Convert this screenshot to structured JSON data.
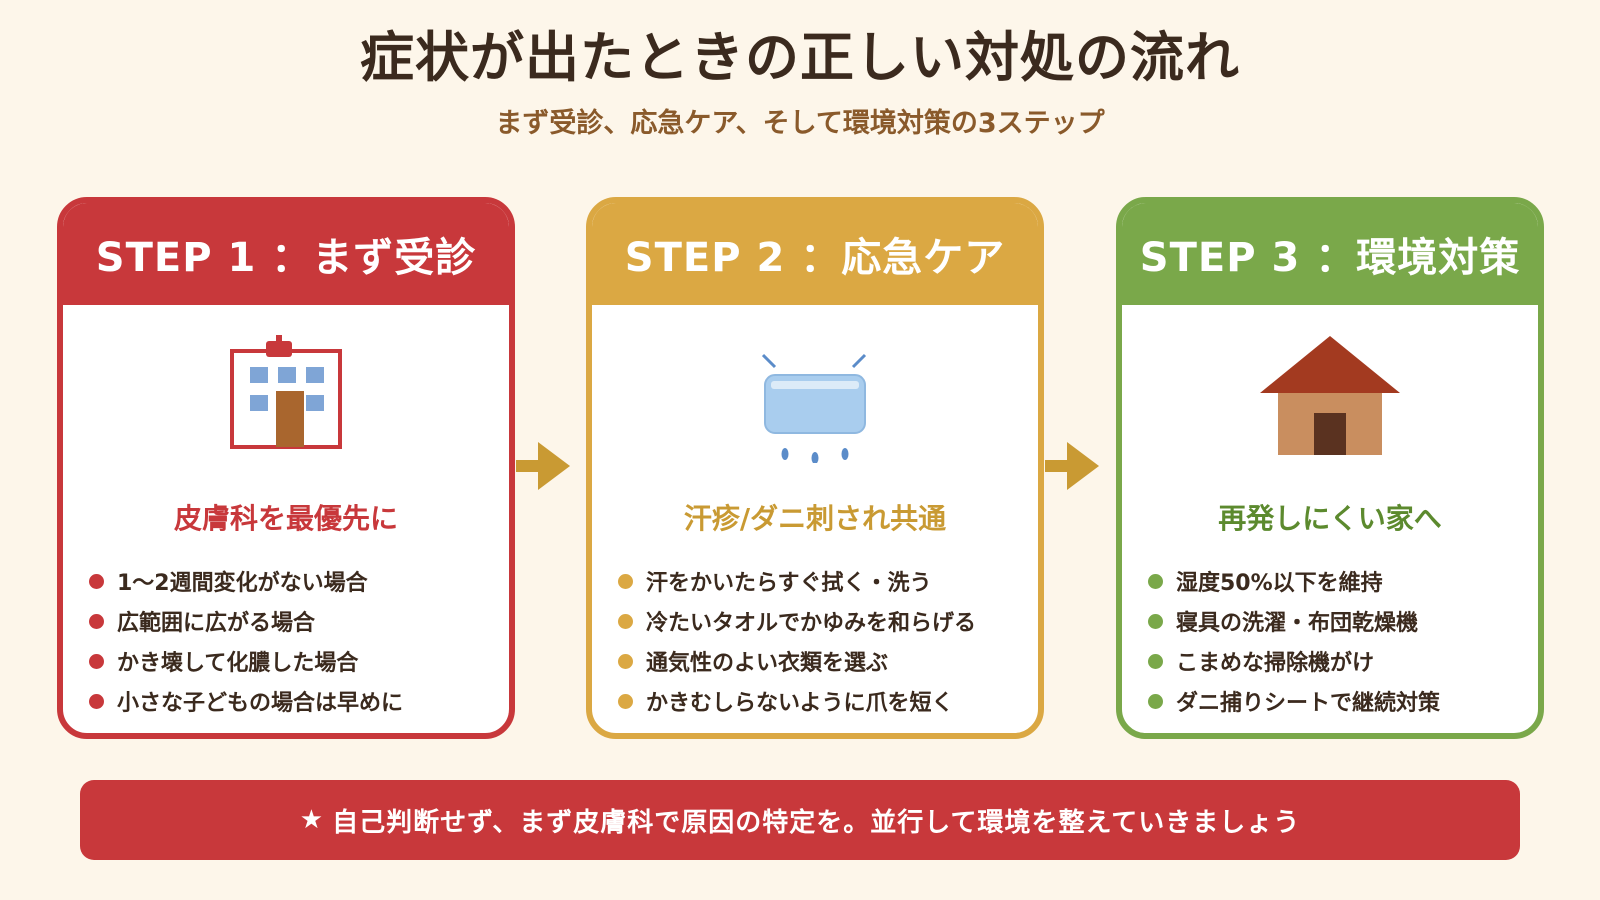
{
  "title": "症状が出たときの正しい対処の流れ",
  "subtitle": "まず受診、応急ケア、そして環境対策の3ステップ",
  "colors": {
    "step1": "#c8383b",
    "step2": "#dba843",
    "step3": "#7aa84a",
    "arrow": "#c99a33",
    "background": "#fdf6ea"
  },
  "steps": [
    {
      "header": "STEP 1 ：まず受診",
      "icon": "hospital-icon",
      "subheading": "皮膚科を最優先に",
      "items": [
        "1〜2週間変化がない場合",
        "広範囲に広がる場合",
        "かき壊して化膿した場合",
        "小さな子どもの場合は早めに"
      ]
    },
    {
      "header": "STEP 2 ：応急ケア",
      "icon": "cold-towel-icon",
      "subheading": "汗疹/ダニ刺され共通",
      "items": [
        "汗をかいたらすぐ拭く・洗う",
        "冷たいタオルでかゆみを和らげる",
        "通気性のよい衣類を選ぶ",
        "かきむしらないように爪を短く"
      ]
    },
    {
      "header": "STEP 3 ：環境対策",
      "icon": "house-icon",
      "subheading": "再発しにくい家へ",
      "items": [
        "湿度50%以下を維持",
        "寝具の洗濯・布団乾燥機",
        "こまめな掃除機がけ",
        "ダニ捕りシートで継続対策"
      ]
    }
  ],
  "footer": {
    "star": "★",
    "text": "自己判断せず、まず皮膚科で原因の特定を。並行して環境を整えていきましょう"
  }
}
